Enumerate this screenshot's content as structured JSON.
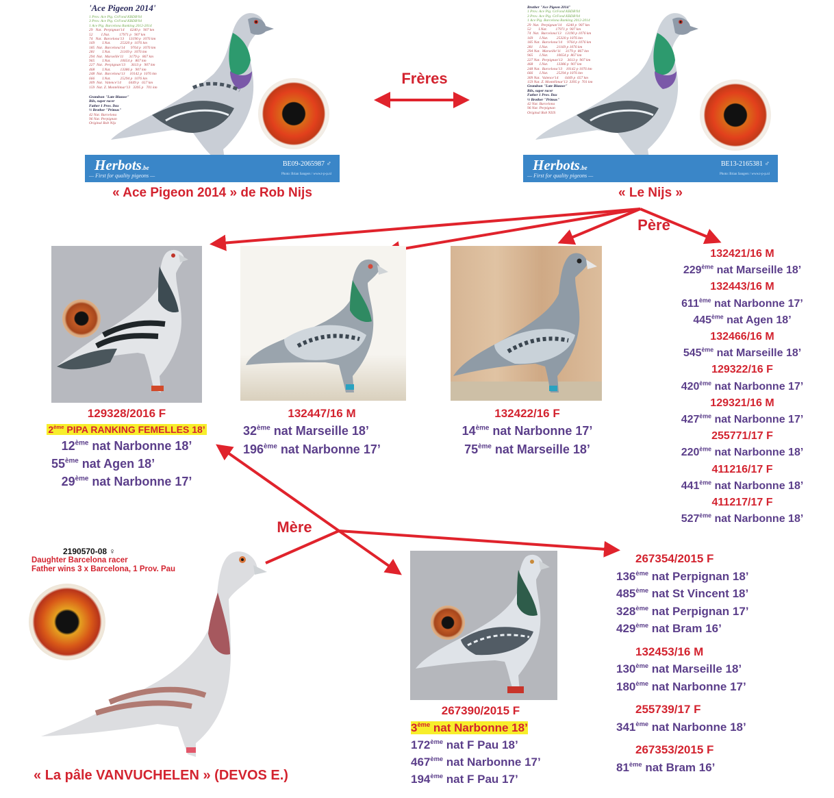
{
  "sire_card": {
    "title": "'Ace Pigeon 2014'",
    "green_lines": [
      "1 Prov. Ace Pig. GrFond KBDB'04",
      "3 Prov. Ace Pig. GrFond KBDB'04",
      "1 Ace Pig. Barcelona Ranking 2012-2014"
    ],
    "results": [
      "29   Nat.  Perpignan'14      6240 p   907 km",
      "52         I.Nat.          17971 p   907 km",
      "74   Nat.  Barcelona'13     13190 p  1076 km",
      "169        I.Nat.          25320 p  1076 km",
      "185  Nat.  Barcelona'14      9764 p  1076 km",
      "281        I.Nat.          21169 p  1076 km",
      "294  Nat.  Marseille'11      3179 p   867 km",
      "965        I.Nat.          10654 p   867 km",
      "227  Nat.  Perpignan'13      3613 p   907 km",
      "468        I.Nat.          13386 p   907 km",
      "248  Nat.  Barcelona'13     10142 p  1076 km",
      "666        I.Nat.          25294 p  1076 km",
      "309  Nat.  Valence'14        6449 p   657 km",
      "159  Nat. Z. Montélimar'13   3395 p   701 km"
    ],
    "pedigree": [
      "Grandson \"Late Blauwe\"",
      "Bils, super racer",
      "Father 1 Prov. Dax",
      "½ Brother \"Primus\"",
      "42 Nat. Barcelona",
      "96 Nat. Perpignan",
      "Original Rob Nijs"
    ],
    "brand": "Herbots",
    "brand_suffix": ".be",
    "tagline": "— First for quality pigeons —",
    "ring": "BE09-2065987 ♂",
    "photo_credit": "Photo: Brian Sangers / www.t-p-p.nl",
    "caption": "« Ace Pigeon 2014 » de Rob Nijs"
  },
  "brother_card": {
    "title": "Brother \"Ace Pigeon 2014\"",
    "green_lines": [
      "1 Prov. Ace Pig. GrFond KBDB'04",
      "3 Prov. Ace Pig. GrFond KBDB'04",
      "1 Ace Pig. Barcelona Ranking 2012-2014"
    ],
    "results": [
      "29  Nat.  Perpignan'14     6240 p  907 km",
      "52        I.Nat.         17971 p  907 km",
      "74  Nat.  Barcelona'13    13190 p 1076 km",
      "169       I.Nat.         25320 p 1076 km",
      "185 Nat.  Barcelona'14     9764 p 1076 km",
      "281       I.Nat.         21169 p 1076 km",
      "294 Nat.  Marseille'11     3179 p  867 km",
      "965       I.Nat.         10654 p  867 km",
      "227 Nat.  Perpignan'13     3613 p  907 km",
      "468       I.Nat.         13386 p  907 km",
      "248 Nat.  Barcelona'13    10142 p 1076 km",
      "666       I.Nat.         25294 p 1076 km",
      "309 Nat.  Valence'14       6449 p  657 km",
      "159 Nat. Z. Montélimar'13  3395 p  701 km"
    ],
    "pedigree": [
      "Grandson \"Late Blauwe\"",
      "Bils, super racer",
      "Father 1 Prov. Dax",
      "½ Brother \"Primus\"",
      "42 Nat. Barcelona",
      "96 Nat. Perpignan",
      "Original Rob NIJS"
    ],
    "brand": "Herbots",
    "brand_suffix": ".be",
    "tagline": "— First for quality pigeons —",
    "ring": "BE13-2165381 ♂",
    "photo_credit": "Photo: Brian Sangers / www.t-p-p.nl",
    "caption": "« Le Nijs »"
  },
  "labels": {
    "brothers": "Frères",
    "father": "Père",
    "mother": "Mère"
  },
  "children_photo": [
    {
      "ring": "129328/2016 F",
      "highlight": {
        "rank": "2",
        "sup": "ème",
        "text": " PIPA RANKING FEMELLES 18’"
      },
      "results": [
        {
          "rank": "12",
          "sup": "ème",
          "text": " nat Narbonne 18’"
        },
        {
          "rank": "55",
          "sup": "ème",
          "text": " nat Agen 18’"
        },
        {
          "rank": "29",
          "sup": "ème",
          "text": " nat Narbonne 17’"
        }
      ]
    },
    {
      "ring": "132447/16 M",
      "results": [
        {
          "rank": "32",
          "sup": "ème",
          "text": " nat Marseille 18’"
        },
        {
          "rank": "196",
          "sup": "ème",
          "text": " nat Narbonne 17’"
        }
      ]
    },
    {
      "ring": "132422/16 F",
      "results": [
        {
          "rank": "14",
          "sup": "ème",
          "text": " nat Narbonne 17’"
        },
        {
          "rank": "75",
          "sup": "ème",
          "text": " nat Marseille 18’"
        }
      ]
    }
  ],
  "father_list": [
    {
      "ring": "132421/16 M",
      "results": [
        {
          "rank": "229",
          "sup": "ème",
          "text": " nat Marseille 18’"
        }
      ]
    },
    {
      "ring": "132443/16 M",
      "results": [
        {
          "rank": "611",
          "sup": "ème",
          "text": " nat Narbonne 17’"
        },
        {
          "rank": "445",
          "sup": "ème",
          "text": " nat Agen 18’"
        }
      ]
    },
    {
      "ring": "132466/16 M",
      "results": [
        {
          "rank": "545",
          "sup": "ème",
          "text": " nat Marseille 18’"
        }
      ]
    },
    {
      "ring": "129322/16 F",
      "results": [
        {
          "rank": "420",
          "sup": "ème",
          "text": " nat Narbonne 17’"
        }
      ]
    },
    {
      "ring": "129321/16 M",
      "results": [
        {
          "rank": "427",
          "sup": "ème",
          "text": " nat Narbonne 17’"
        }
      ]
    },
    {
      "ring": "255771/17 F",
      "results": [
        {
          "rank": "220",
          "sup": "ème",
          "text": " nat Narbonne 18’"
        }
      ]
    },
    {
      "ring": "411216/17 F",
      "results": [
        {
          "rank": "441",
          "sup": "ème",
          "text": " nat Narbonne 18’"
        }
      ]
    },
    {
      "ring": "411217/17 F",
      "results": [
        {
          "rank": "527",
          "sup": "ème",
          "text": " nat Narbonne 18’"
        }
      ]
    }
  ],
  "mother": {
    "ring": "2190570-08 ♀",
    "line1": "Daughter Barcelona racer",
    "line2": "Father wins 3 x Barcelona, 1 Prov. Pau",
    "caption": "« La pâle VANVUCHELEN » (DEVOS E.)"
  },
  "mother_child_photo": {
    "ring": "267390/2015 F",
    "highlight": {
      "rank": "3",
      "sup": "ème",
      "text": " nat Narbonne 18’"
    },
    "results": [
      {
        "rank": "172",
        "sup": "ème",
        "text": " nat F Pau 18’"
      },
      {
        "rank": "467",
        "sup": "ème",
        "text": " nat Narbonne 17’"
      },
      {
        "rank": "194",
        "sup": "ème",
        "text": " nat F Pau 17’"
      }
    ]
  },
  "mother_list": [
    {
      "ring": "267354/2015 F",
      "results": [
        {
          "rank": "136",
          "sup": "ème",
          "text": " nat Perpignan 18’"
        },
        {
          "rank": "485",
          "sup": "ème",
          "text": " nat St Vincent 18’"
        },
        {
          "rank": "328",
          "sup": "ème",
          "text": " nat Perpignan 17’"
        },
        {
          "rank": "429",
          "sup": "ème",
          "text": " nat Bram 16’"
        }
      ]
    },
    {
      "ring": "132453/16 M",
      "results": [
        {
          "rank": "130",
          "sup": "ème",
          "text": " nat Marseille 18’"
        },
        {
          "rank": "180",
          "sup": "ème",
          "text": " nat Narbonne 17’"
        }
      ]
    },
    {
      "ring": "255739/17 F",
      "results": [
        {
          "rank": "341",
          "sup": "ème",
          "text": " nat Narbonne 18’"
        }
      ]
    },
    {
      "ring": "267353/2015 F",
      "results": [
        {
          "rank": "81",
          "sup": "ème",
          "text": " nat Bram 16’"
        }
      ]
    }
  ],
  "colors": {
    "accent_red": "#d3232f",
    "result_purple": "#5b3e8a",
    "highlight_yellow": "#f7ee2b",
    "banner_blue": "#3a86c8"
  }
}
